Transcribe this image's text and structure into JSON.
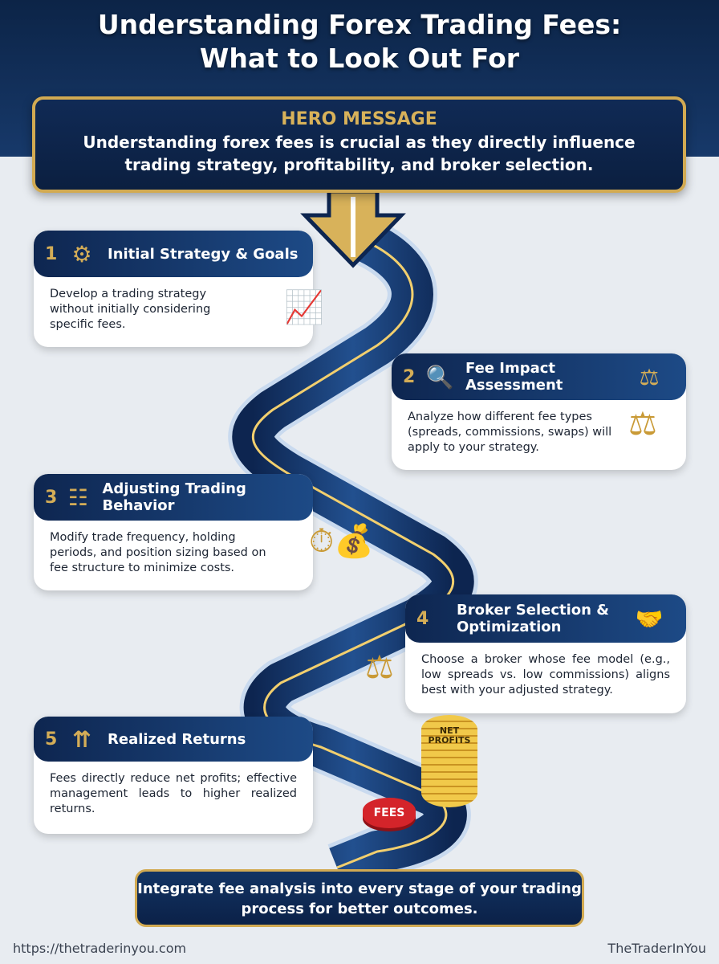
{
  "title": {
    "line1": "Understanding Forex Trading Fees:",
    "line2": "What to Look Out For"
  },
  "hero": {
    "heading": "HERO MESSAGE",
    "line1": "Understanding forex fees is crucial as they directly influence",
    "line2": "trading strategy, profitability, and broker selection."
  },
  "steps": [
    {
      "number": "1",
      "title": "Initial Strategy & Goals",
      "icon": "brain-gear-icon",
      "side_icon": "bar-chart-growth-icon",
      "text": "Develop a trading strategy without initially considering specific fees."
    },
    {
      "number": "2",
      "title": "Fee Impact Assessment",
      "icon": "magnifier-coins-icon",
      "side_icon": "balance-scale-icon",
      "text": "Analyze how different fee types (spreads, commissions, swaps) will apply to your strategy."
    },
    {
      "number": "3",
      "title": "Adjusting Trading Behavior",
      "icon": "sliders-icon",
      "side_icon": "clock-money-bag-icon",
      "text": "Modify trade frequency, holding periods, and position sizing based on fee structure to minimize costs."
    },
    {
      "number": "4",
      "title": "Broker Selection & Optimization",
      "icon": "handshake-icon",
      "side_icon": "broker-scale-icon",
      "text": "Choose a broker whose fee model (e.g., low spreads vs. low commissions) aligns best with your adjusted strategy."
    },
    {
      "number": "5",
      "title": "Realized Returns",
      "icon": "treasure-chest-icon",
      "text": "Fees directly reduce net profits; effective management leads to higher realized returns."
    }
  ],
  "coins": {
    "fees": "FEES",
    "net_profits": "NET PROFITS"
  },
  "banner": "Integrate fee analysis into every stage of your trading process for better outcomes.",
  "footer": {
    "url": "https://thetraderinyou.com",
    "brand": "TheTraderInYou"
  },
  "colors": {
    "navy": "#0e2650",
    "gold": "#d2aa52",
    "background": "#e8ecf1"
  }
}
